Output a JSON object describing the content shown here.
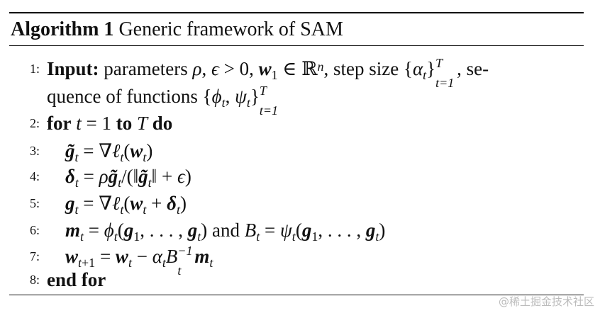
{
  "algorithm": {
    "label": "Algorithm 1",
    "title": "Generic framework of SAM"
  },
  "lines": {
    "n1": "1:",
    "n2": "2:",
    "n3": "3:",
    "n4": "4:",
    "n5": "5:",
    "n6": "6:",
    "n7": "7:",
    "n8": "8:",
    "input_kw": "Input:",
    "input_text": "parameters ρ, ϵ > 0, w₁ ∈ ℝⁿ, step size {αₜ}ᵀₜ₌₁, sequence of functions {ϕₜ, ψₜ}ᵀₜ₌₁",
    "for_kw": "for",
    "to_kw": "to",
    "do_kw": "do",
    "end_for": "end for",
    "and_word": "and"
  },
  "watermark": "@稀土掘金技术社区"
}
